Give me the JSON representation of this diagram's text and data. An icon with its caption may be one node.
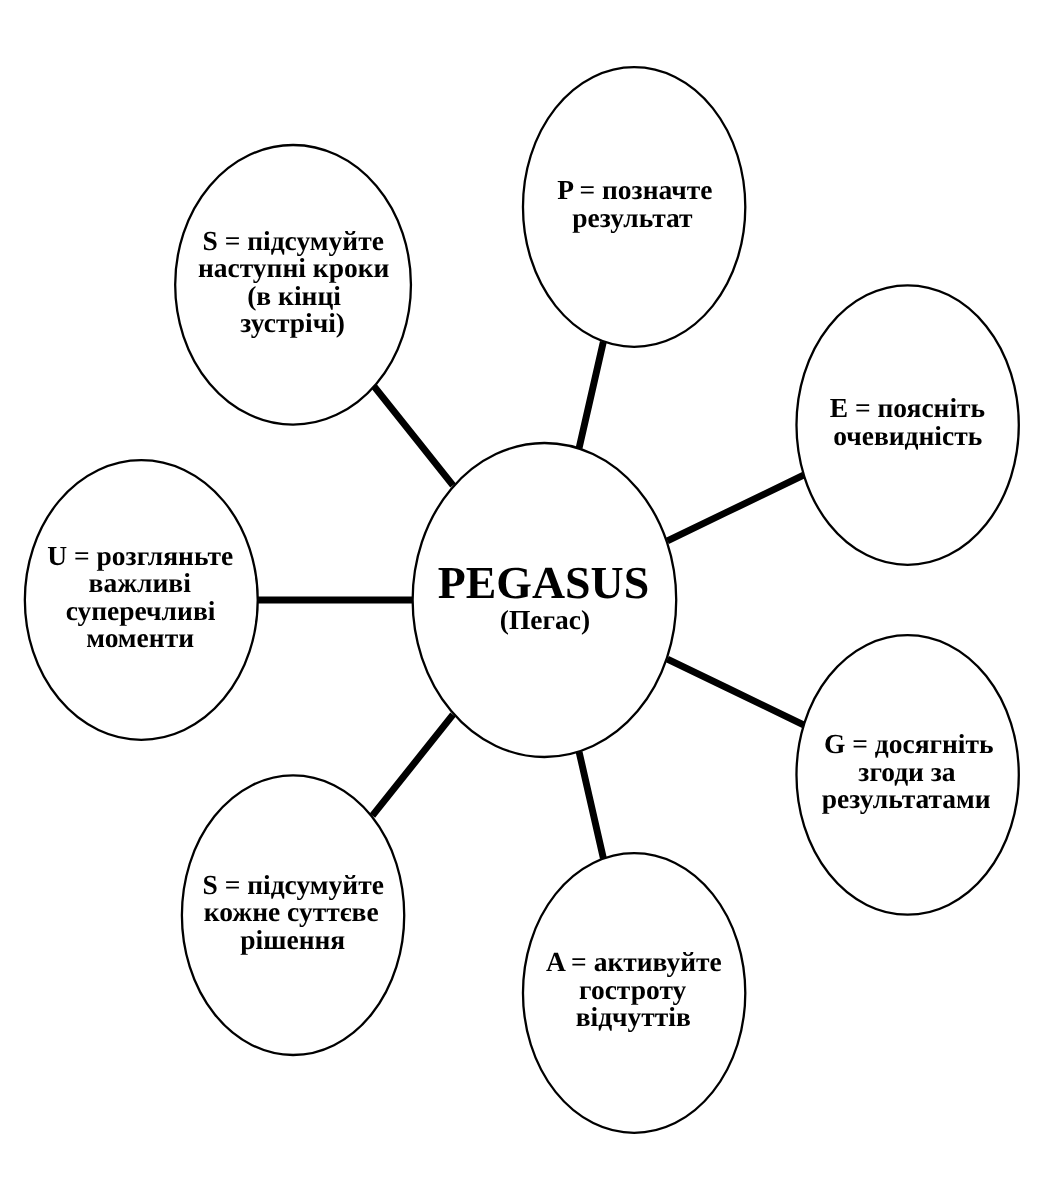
{
  "diagram": {
    "nodes": [
      {
        "text": [
          "PEGASUS",
          "(Пегас)"
        ]
      },
      {
        "text": [
          "P = позначте результат"
        ]
      },
      {
        "text": [
          "E = поясніть очевидність"
        ]
      },
      {
        "text": [
          "G = досягніть згоди за результатами"
        ]
      },
      {
        "text": [
          "A = активуйте гостроту відчуттів"
        ]
      },
      {
        "text": [
          "S = підсумуйте кожне суттєве рішення"
        ]
      },
      {
        "text": [
          "U = розгляньте важливі суперечливі моменти"
        ]
      },
      {
        "text": [
          "S = підсумуйте наступні кроки (в кінці зустрічі)"
        ]
      }
    ],
    "edges": [
      {
        "from": 0,
        "to": 1,
        "arrow": "none"
      },
      {
        "from": 0,
        "to": 2,
        "arrow": "none"
      },
      {
        "from": 0,
        "to": 3,
        "arrow": "none"
      },
      {
        "from": 0,
        "to": 4,
        "arrow": "none"
      },
      {
        "from": 0,
        "to": 5,
        "arrow": "none"
      },
      {
        "from": 0,
        "to": 6,
        "arrow": "none"
      },
      {
        "from": 0,
        "to": 7,
        "arrow": "none"
      }
    ]
  }
}
